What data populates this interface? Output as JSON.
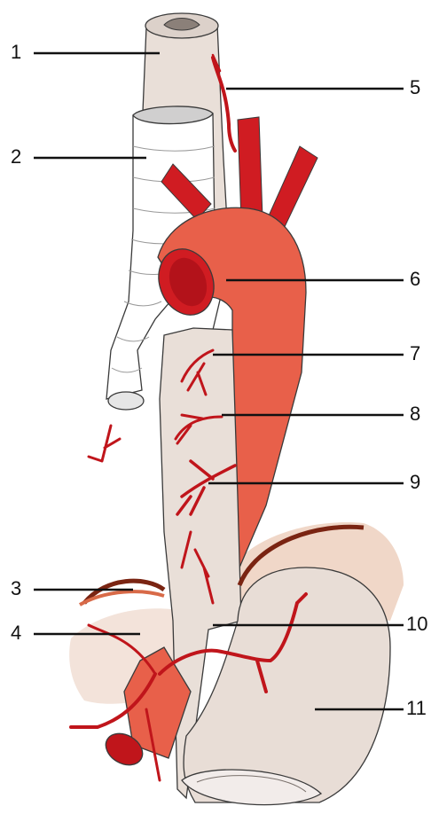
{
  "labels": [
    {
      "id": "1",
      "text": "1"
    },
    {
      "id": "2",
      "text": "2"
    },
    {
      "id": "3",
      "text": "3"
    },
    {
      "id": "4",
      "text": "4"
    },
    {
      "id": "5",
      "text": "5"
    },
    {
      "id": "6",
      "text": "6"
    },
    {
      "id": "7",
      "text": "7"
    },
    {
      "id": "8",
      "text": "8"
    },
    {
      "id": "9",
      "text": "9"
    },
    {
      "id": "10",
      "text": "10"
    },
    {
      "id": "11",
      "text": "11"
    }
  ],
  "colors": {
    "background": "#ffffff",
    "artery": "#c0151b",
    "aorta": "#e8604a",
    "esophagus": "#e9dfd8",
    "stomach": "#e8ddd6",
    "outline": "#3a3a3a",
    "leader_line": "#111111"
  }
}
